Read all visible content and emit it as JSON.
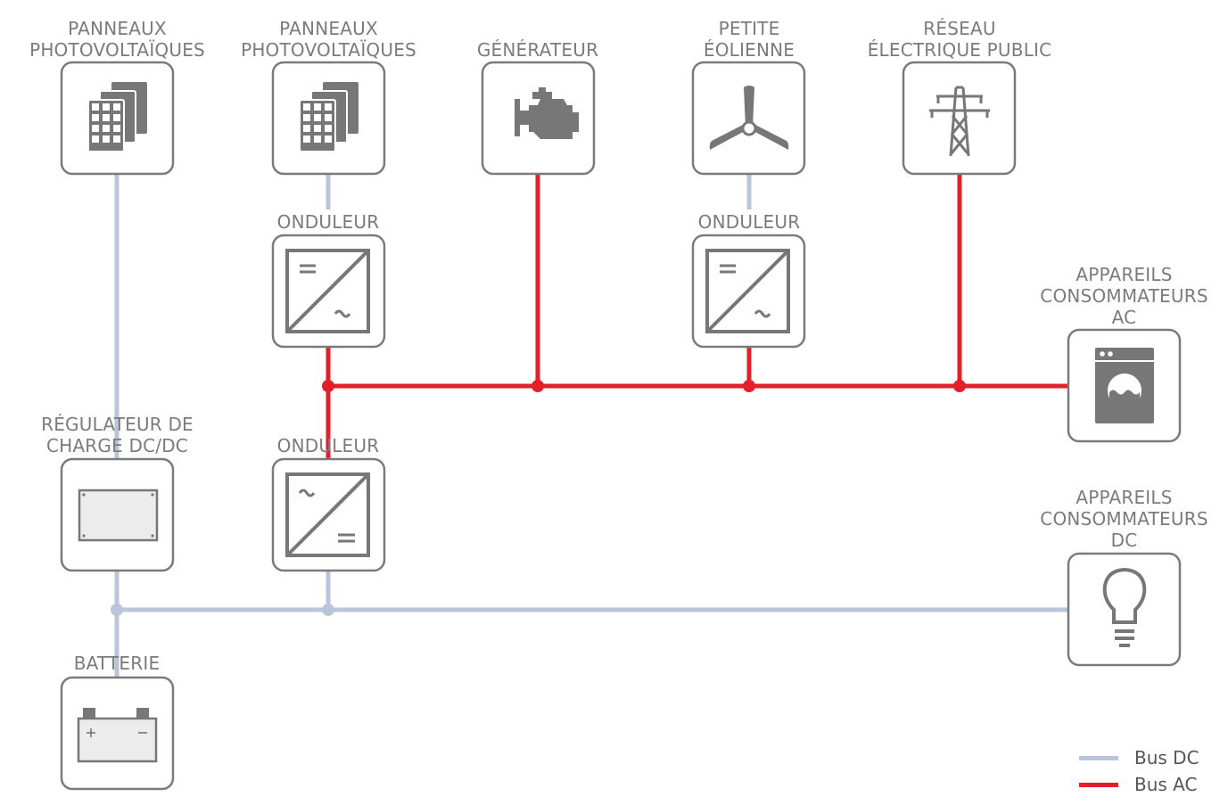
{
  "colors": {
    "dc_bus": "#b9c6da",
    "ac_bus": "#e3202a",
    "box_border": "#7a7a7a",
    "icon": "#777777",
    "text": "#7b7b7b"
  },
  "nodes": {
    "pv1": {
      "lines": [
        "PANNEAUX",
        "PHOTOVOLTAÏQUES"
      ],
      "icon": "solar-panel-icon"
    },
    "pv2": {
      "lines": [
        "PANNEAUX",
        "PHOTOVOLTAÏQUES"
      ],
      "icon": "solar-panel-icon"
    },
    "generator": {
      "lines": [
        "GÉNÉRATEUR"
      ],
      "icon": "engine-icon"
    },
    "wind": {
      "lines": [
        "PETITE",
        "ÉOLIENNE"
      ],
      "icon": "wind-turbine-icon"
    },
    "grid": {
      "lines": [
        "RÉSEAU",
        "ÉLECTRIQUE PUBLIC"
      ],
      "icon": "power-pylon-icon"
    },
    "inverter_pv": {
      "lines": [
        "ONDULEUR"
      ],
      "icon": "inverter-dc-ac-icon"
    },
    "inverter_wind": {
      "lines": [
        "ONDULEUR"
      ],
      "icon": "inverter-dc-ac-icon"
    },
    "inverter_bat": {
      "lines": [
        "ONDULEUR"
      ],
      "icon": "inverter-ac-dc-icon"
    },
    "charge_ctrl": {
      "lines": [
        "RÉGULATEUR DE",
        "CHARGE DC/DC"
      ],
      "icon": "charge-controller-icon"
    },
    "battery": {
      "lines": [
        "BATTERIE"
      ],
      "icon": "battery-icon"
    },
    "ac_loads": {
      "lines": [
        "APPAREILS",
        "CONSOMMATEURS",
        "AC"
      ],
      "icon": "washing-machine-icon"
    },
    "dc_loads": {
      "lines": [
        "APPAREILS",
        "CONSOMMATEURS",
        "DC"
      ],
      "icon": "light-bulb-icon"
    }
  },
  "legend": [
    {
      "label": "Bus DC",
      "color": "#b9c6da"
    },
    {
      "label": "Bus AC",
      "color": "#e3202a"
    }
  ]
}
